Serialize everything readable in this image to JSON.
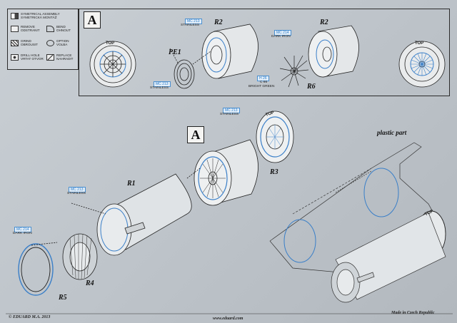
{
  "legend": {
    "items": [
      {
        "icon": "symmetrical-assembly-icon",
        "text": "SYMETRICAL ASSEMBLY\nSYMETRICKÁ MONTÁŽ"
      },
      {
        "icon": "remove-icon",
        "text": "REMOVE\nODSTRANIT"
      },
      {
        "icon": "bend-icon",
        "text": "BEND\nOHNOUT"
      },
      {
        "icon": "grind-icon",
        "text": "GRIND\nOBROUSIT"
      },
      {
        "icon": "option-icon",
        "text": "OPTION\nVOLBA"
      },
      {
        "icon": "drill-hole-icon",
        "text": "DRILL HOLE\nVRTAT OTVOR"
      },
      {
        "icon": "replace-icon",
        "text": "REPLACE\nNAHRADIT"
      }
    ]
  },
  "top_panel": {
    "step": "A",
    "labels": {
      "r2_left": "R2",
      "r2_right": "R2",
      "pe1": "PE1",
      "r6": "R6"
    },
    "top_marks": {
      "left": "TOP",
      "right": "TOP"
    },
    "callouts": {
      "mc213_a": {
        "code": "MC 213",
        "note": "STAINLESS"
      },
      "mc213_b": {
        "code": "MC 213",
        "note": "STAINLESS"
      },
      "mc214": {
        "code": "MC 214",
        "note": "DARK IRON"
      },
      "h26": {
        "code": "H 26",
        "code2": "C 66",
        "note": "BRIGHT GREEN"
      }
    }
  },
  "main_panel": {
    "step": "A",
    "labels": {
      "r1": "R1",
      "r3": "R3",
      "r4": "R4",
      "r5": "R5",
      "plastic": "plastic part"
    },
    "top_marks": {
      "r3": "TOP",
      "plastic": "TOP"
    },
    "callouts": {
      "mc213_r3": {
        "code": "MC 213",
        "note": "STAINLESS"
      },
      "mc213_r1": {
        "code": "MC 213",
        "note": "STAINLESS"
      },
      "mc214_r5": {
        "code": "MC 214",
        "note": "DARK IRON"
      }
    }
  },
  "footer": {
    "copyright": "© EDUARD  M.A. 2013",
    "website": "www.eduard.com",
    "made_in": "Made in Czech Republic"
  }
}
